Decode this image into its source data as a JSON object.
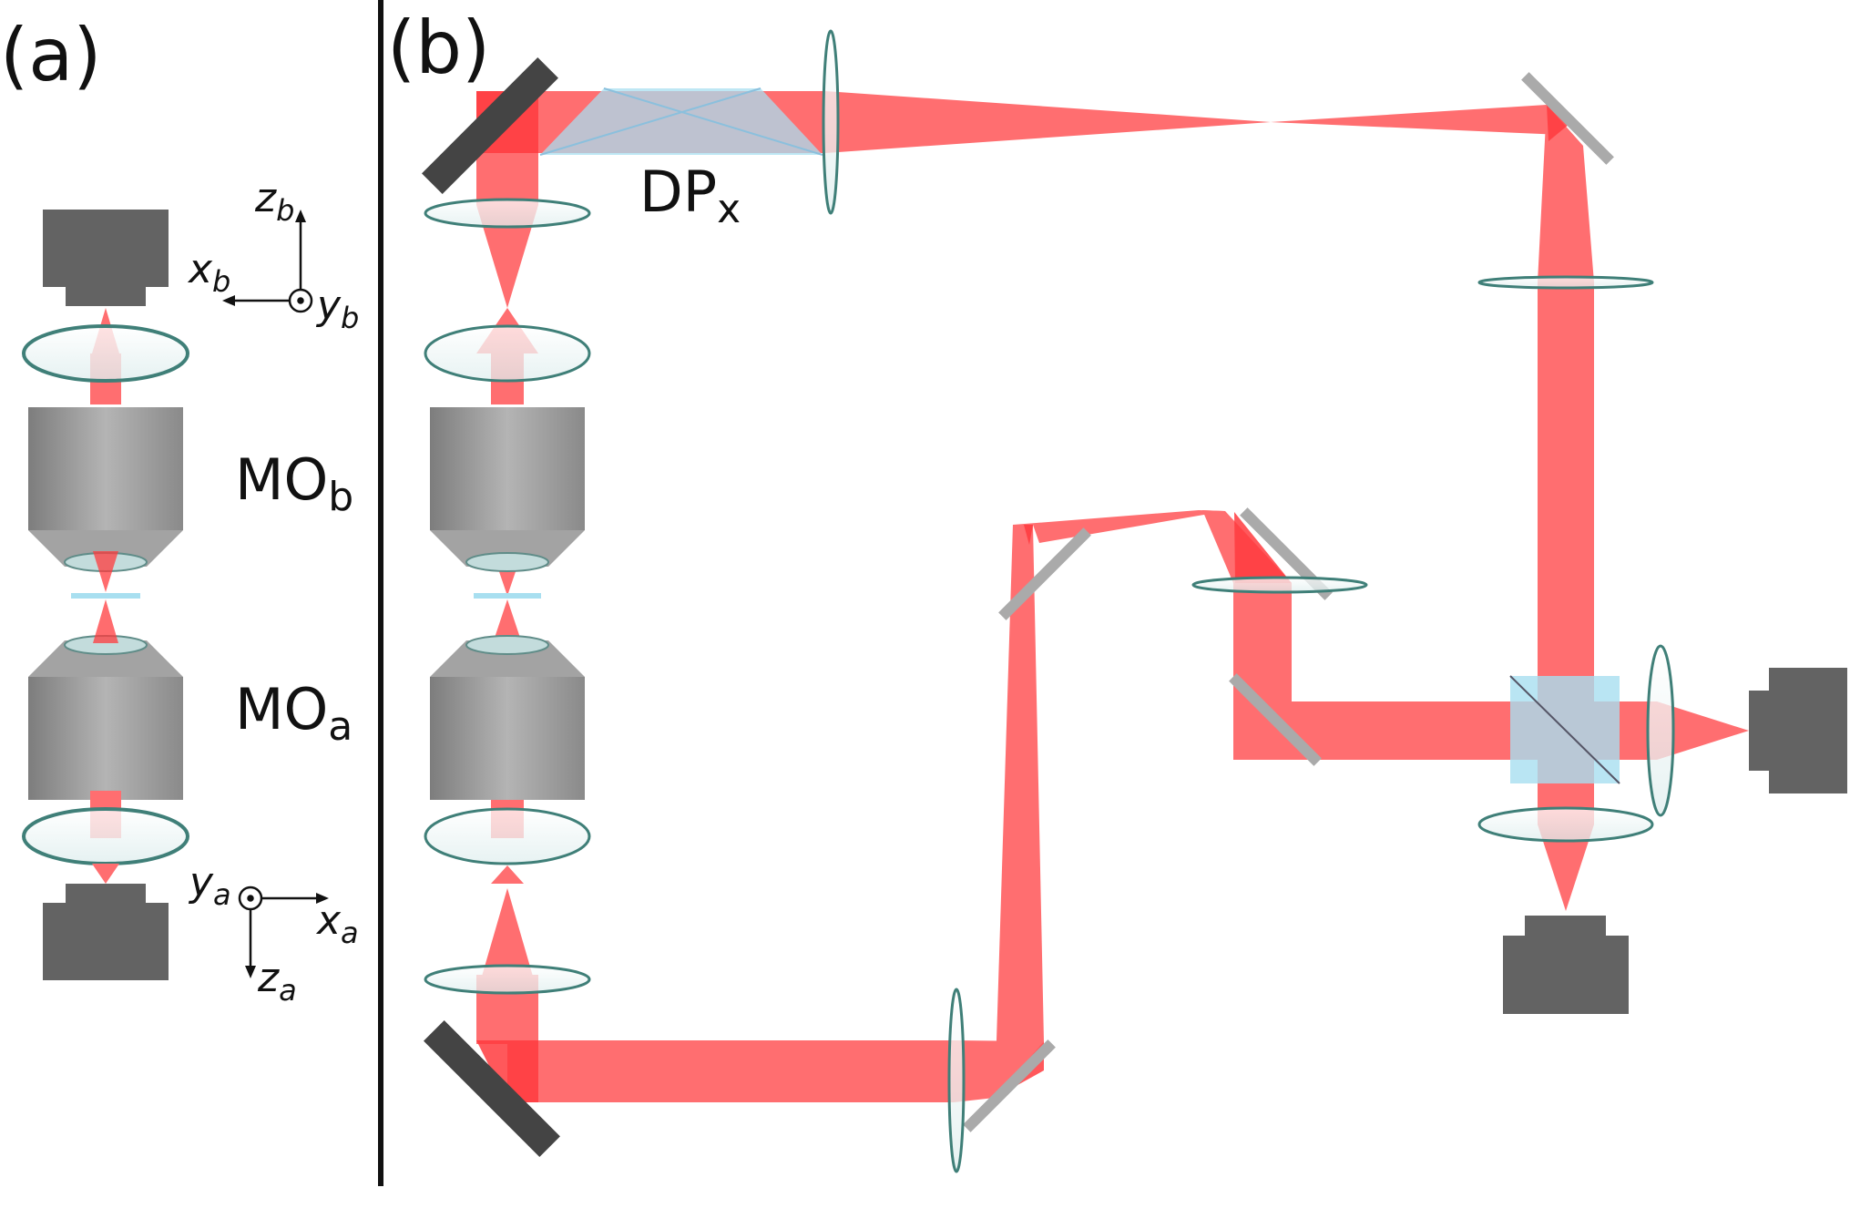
{
  "panels": {
    "a": {
      "label": "(a)"
    },
    "b": {
      "label": "(b)"
    }
  },
  "objectives": {
    "top": {
      "label": "MO",
      "subscript": "b"
    },
    "bottom": {
      "label": "MO",
      "subscript": "a"
    }
  },
  "prism": {
    "label": "DP",
    "subscript": "x"
  },
  "axes": {
    "b": {
      "z": "z",
      "z_sub": "b",
      "x": "x",
      "x_sub": "b",
      "y": "y",
      "y_sub": "b"
    },
    "a": {
      "x": "x",
      "x_sub": "a",
      "y": "y",
      "y_sub": "a",
      "z": "z",
      "z_sub": "a"
    }
  },
  "colors": {
    "beam": "#ff6e70",
    "beam_overlap": "#ff3b3e",
    "camera": "#636363",
    "mirror_dark": "#444444",
    "mirror_light": "#aaaaaa",
    "glass": "#a8dff0",
    "lens_edge": "#3f7f78"
  }
}
